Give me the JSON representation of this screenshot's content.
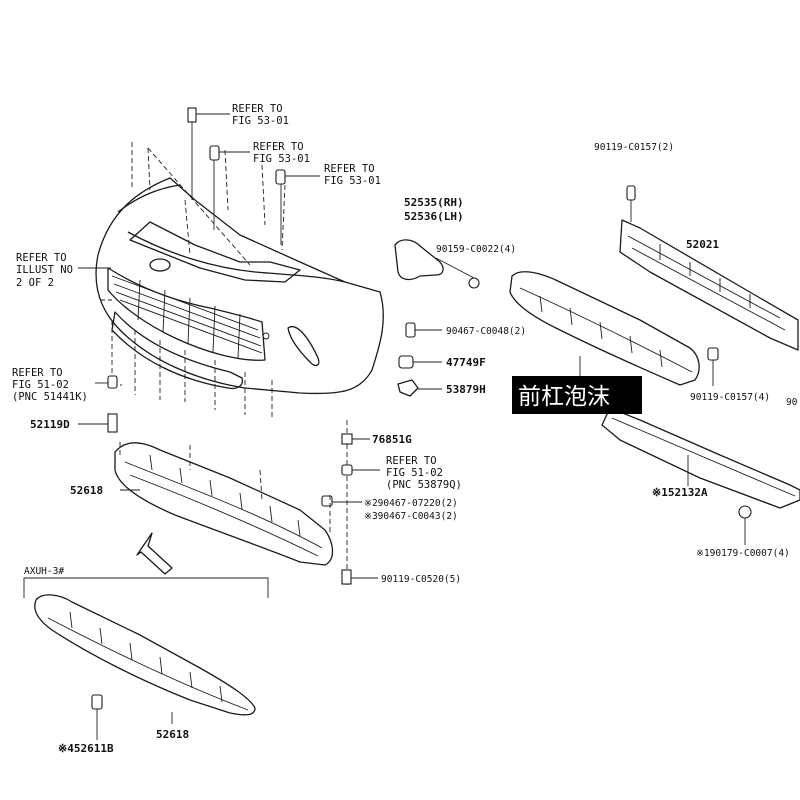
{
  "labels": {
    "refer_53_01_a": [
      "REFER TO",
      "FIG 53-01"
    ],
    "refer_53_01_b": [
      "REFER TO",
      "FIG 53-01"
    ],
    "refer_53_01_c": [
      "REFER TO",
      "FIG 53-01"
    ],
    "refer_illust": [
      "REFER TO",
      "ILLUST NO",
      "2 OF 2"
    ],
    "refer_51_02_a": [
      "REFER TO",
      "FIG 51-02",
      "(PNC 51441K)"
    ],
    "refer_51_02_b": [
      "REFER TO",
      "FIG 51-02",
      "(PNC 53879Q)"
    ],
    "p52535": "52535(RH)",
    "p52536": "52536(LH)",
    "p90159": "90159-C0022(4)",
    "p90467_48": "90467-C0048(2)",
    "p47749": "47749F",
    "p53879": "53879H",
    "p52119": "52119D",
    "p76851": "76851G",
    "p52618_top": "52618",
    "p90467_7220": "※290467-07220(2)",
    "p90467_43": "※390467-C0043(2)",
    "p90119_520": "90119-C0520(5)",
    "axuh": "AXUH-3#",
    "p52618_bottom": "52618",
    "p52611": "※452611B",
    "p90119_157_top": "90119-C0157(2)",
    "p52021": "52021",
    "p90119_157_right": "90119-C0157(4)",
    "p90_cut": "90",
    "p52132": "※152132A",
    "p90179": "※190179-C0007(4)"
  },
  "overlay": {
    "text": "前杠泡沫"
  }
}
